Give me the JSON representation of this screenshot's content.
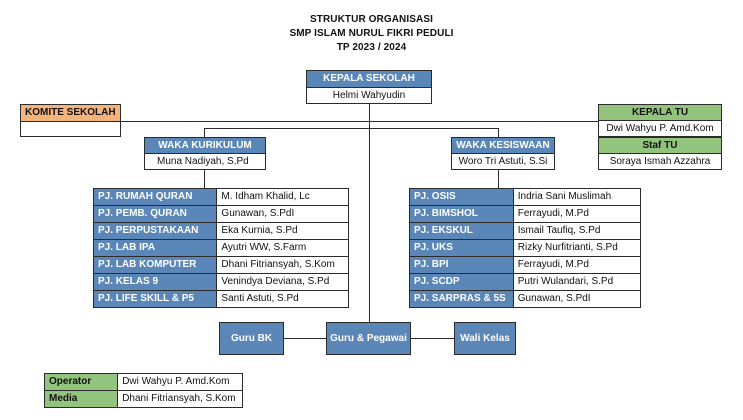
{
  "titles": {
    "line1": "STRUKTUR ORGANISASI",
    "line2": "SMP ISLAM NURUL FIKRI PEDULI",
    "line3": "TP 2023 / 2024"
  },
  "kepala_sekolah": {
    "title": "KEPALA SEKOLAH",
    "name": "Helmi Wahyudin"
  },
  "komite": {
    "title": "KOMITE SEKOLAH",
    "name": ""
  },
  "kepala_tu": {
    "title": "KEPALA TU",
    "name": "Dwi Wahyu P. Amd.Kom"
  },
  "staf_tu": {
    "title": "Staf TU",
    "name": "Soraya Ismah Azzahra"
  },
  "waka_kurikulum": {
    "title": "WAKA KURIKULUM",
    "name": "Muna Nadiyah, S.Pd"
  },
  "waka_kesiswaan": {
    "title": "WAKA KESISWAAN",
    "name": "Woro Tri Astuti, S.Si"
  },
  "kurikulum_pj": [
    {
      "role": "PJ. RUMAH QURAN",
      "name": "M. Idham Khalid, Lc"
    },
    {
      "role": "PJ. PEMB. QURAN",
      "name": "Gunawan, S.PdI"
    },
    {
      "role": "PJ. PERPUSTAKAAN",
      "name": "Eka Kurnia, S.Pd"
    },
    {
      "role": "PJ. LAB IPA",
      "name": "Ayutri WW, S.Farm"
    },
    {
      "role": "PJ. LAB KOMPUTER",
      "name": "Dhani Fitriansyah, S.Kom"
    },
    {
      "role": "PJ. KELAS 9",
      "name": "Venindya Deviana, S.Pd"
    },
    {
      "role": "PJ. LIFE SKILL & P5",
      "name": "Santi Astuti, S.Pd"
    }
  ],
  "kesiswaan_pj": [
    {
      "role": "PJ. OSIS",
      "name": "Indria Sani Muslimah"
    },
    {
      "role": "PJ. BIMSHOL",
      "name": "Ferrayudi, M.Pd"
    },
    {
      "role": "PJ. EKSKUL",
      "name": "Ismail Taufiq, S.Pd"
    },
    {
      "role": "PJ. UKS",
      "name": "Rizky Nurfitrianti, S.Pd"
    },
    {
      "role": "PJ. BPI",
      "name": "Ferrayudi, M.Pd"
    },
    {
      "role": "PJ. SCDP",
      "name": "Putri Wulandari, S.Pd"
    },
    {
      "role": "PJ. SARPRAS & 5S",
      "name": "Gunawan, S.PdI"
    }
  ],
  "bottom_boxes": {
    "guru_bk": "Guru BK",
    "guru_pegawai": "Guru & Pegawai",
    "wali_kelas": "Wali Kelas"
  },
  "operator_media": [
    {
      "role": "Operator",
      "name": "Dwi Wahyu P. Amd.Kom"
    },
    {
      "role": "Media",
      "name": "Dhani Fitriansyah, S.Kom"
    }
  ],
  "colors": {
    "blue": "#5a86b8",
    "orange": "#f2b47c",
    "green": "#93c47d"
  }
}
